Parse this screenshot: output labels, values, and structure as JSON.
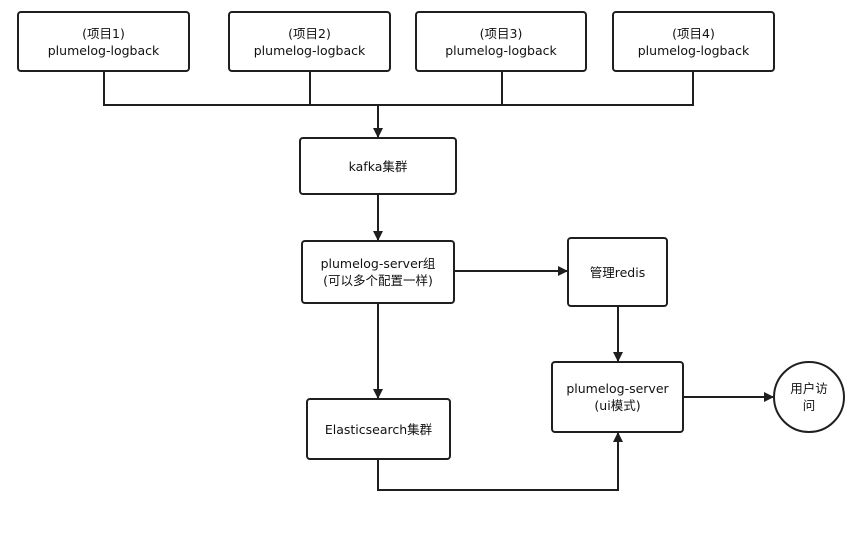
{
  "diagram": {
    "title": "",
    "nodes": {
      "project1": {
        "line1": "(项目1)",
        "line2": "plumelog-logback"
      },
      "project2": {
        "line1": "(项目2)",
        "line2": "plumelog-logback"
      },
      "project3": {
        "line1": "(项目3)",
        "line2": "plumelog-logback"
      },
      "project4": {
        "line1": "(项目4)",
        "line2": "plumelog-logback"
      },
      "kafka": {
        "line1": "kafka集群"
      },
      "server_group": {
        "line1": "plumelog-server组",
        "line2": "(可以多个配置一样)"
      },
      "redis": {
        "line1": "管理redis"
      },
      "elasticsearch": {
        "line1": "Elasticsearch集群"
      },
      "ui_server": {
        "line1": "plumelog-server",
        "line2": "(ui模式)"
      },
      "user": {
        "line1": "用户访",
        "line2": "问"
      }
    },
    "edges": [
      {
        "from": "project1",
        "to": "kafka"
      },
      {
        "from": "project2",
        "to": "kafka"
      },
      {
        "from": "project3",
        "to": "kafka"
      },
      {
        "from": "project4",
        "to": "kafka"
      },
      {
        "from": "kafka",
        "to": "server_group"
      },
      {
        "from": "server_group",
        "to": "redis"
      },
      {
        "from": "server_group",
        "to": "elasticsearch"
      },
      {
        "from": "redis",
        "to": "ui_server"
      },
      {
        "from": "elasticsearch",
        "to": "ui_server"
      },
      {
        "from": "ui_server",
        "to": "user"
      }
    ],
    "colors": {
      "stroke": "#1f1f1f",
      "fill": "#ffffff",
      "text": "#111111"
    }
  }
}
